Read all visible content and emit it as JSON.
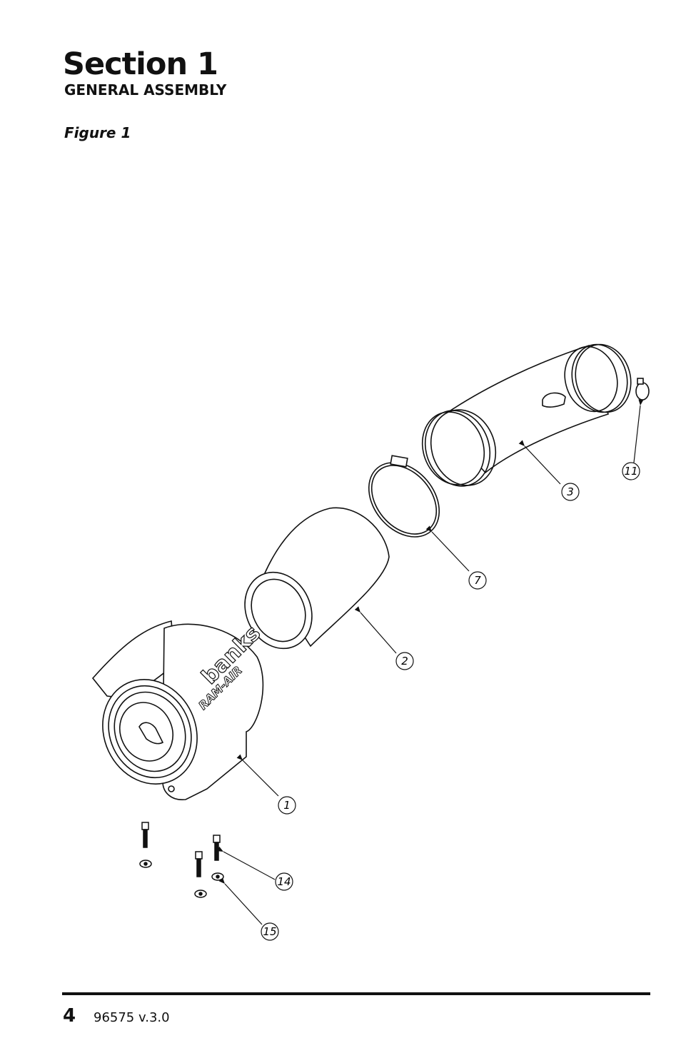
{
  "header": {
    "section_title": "Section 1",
    "section_subtitle": "GENERAL ASSEMBLY",
    "figure_label": "Figure 1"
  },
  "diagram": {
    "logo_text": "banks",
    "logo_subtext": "RAM-AIR",
    "callouts": [
      {
        "id": "callout-1",
        "label": "1"
      },
      {
        "id": "callout-2",
        "label": "2"
      },
      {
        "id": "callout-3",
        "label": "3"
      },
      {
        "id": "callout-7",
        "label": "7"
      },
      {
        "id": "callout-11",
        "label": "11"
      },
      {
        "id": "callout-14",
        "label": "14"
      },
      {
        "id": "callout-15",
        "label": "15"
      }
    ]
  },
  "footer": {
    "page_number": "4",
    "doc_version": "96575 v.3.0"
  }
}
